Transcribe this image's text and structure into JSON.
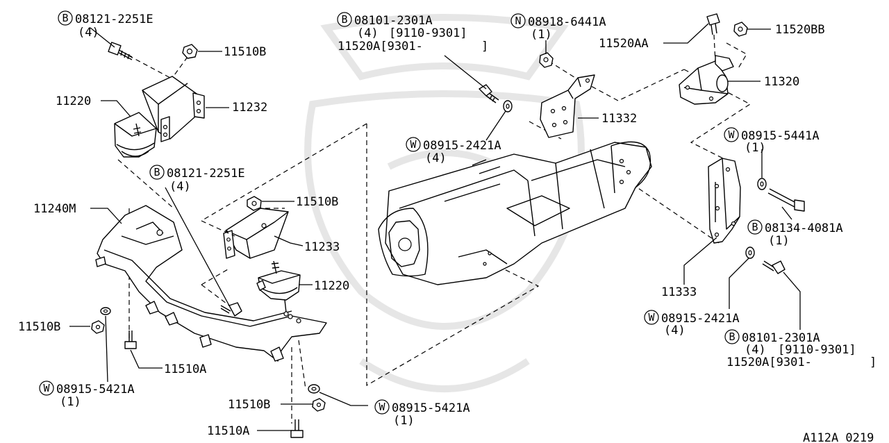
{
  "prefix_b": "B",
  "prefix_n": "N",
  "prefix_w": "W",
  "labels": {
    "b08121_tl": "08121-2251E",
    "b08121_tl_qty": "(4)",
    "p11510B_top": "11510B",
    "p11220_left": "11220",
    "p11232": "11232",
    "b08121_mid": "08121-2251E",
    "b08121_mid_qty": "(4)",
    "p11240M": "11240M",
    "p11510B_mid": "11510B",
    "p11233": "11233",
    "p11220_mid": "11220",
    "p11510B_left": "11510B",
    "p11510A_left": "11510A",
    "w08915_5421_left": "08915-5421A",
    "w08915_5421_left_qty": "(1)",
    "p11510B_bot": "11510B",
    "w08915_5421_bot": "08915-5421A",
    "w08915_5421_bot_qty": "(1)",
    "p11510A_bot": "11510A",
    "b08101_top": "08101-2301A",
    "b08101_top_qty": "(4)",
    "b08101_top_range": "[9110-9301]",
    "p11520A_top": "11520A[9301-",
    "p11520A_top_close": "]",
    "w08915_2421_mid": "08915-2421A",
    "w08915_2421_mid_qty": "(4)",
    "n08918": "08918-6441A",
    "n08918_qty": "(1)",
    "p11332": "11332",
    "p11520AA": "11520AA",
    "p11520BB": "11520BB",
    "p11320": "11320",
    "w08915_5441": "08915-5441A",
    "w08915_5441_qty": "(1)",
    "b08134": "08134-4081A",
    "b08134_qty": "(1)",
    "p11333": "11333",
    "w08915_2421_right": "08915-2421A",
    "w08915_2421_right_qty": "(4)",
    "b08101_right": "08101-2301A",
    "b08101_right_qty": "(4)",
    "b08101_right_range": "[9110-9301]",
    "p11520A_right": "11520A[9301-",
    "p11520A_right_close": "]",
    "diagram_code": "A112A 0219"
  }
}
